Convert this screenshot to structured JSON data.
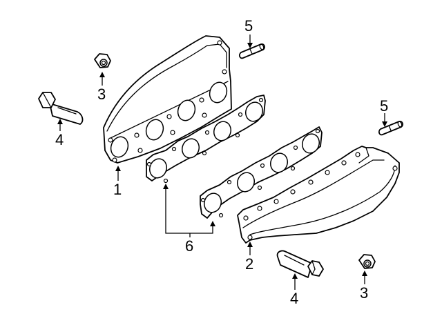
{
  "callouts": {
    "manifold_left": "1",
    "manifold_right": "2",
    "nut_top": "3",
    "nut_bottom": "3",
    "stud_left": "4",
    "stud_bottom": "4",
    "pin_top": "5",
    "pin_right": "5",
    "gaskets": "6"
  },
  "colors": {
    "line": "#000000",
    "background": "#ffffff"
  }
}
